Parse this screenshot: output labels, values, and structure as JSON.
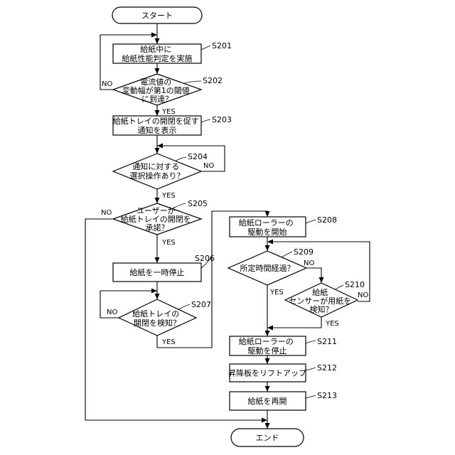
{
  "start": "スタート",
  "end": "エンド",
  "steps": {
    "s201": {
      "id": "S201",
      "lines": [
        "給紙中に",
        "給紙性能判定を実施"
      ]
    },
    "s202": {
      "id": "S202",
      "lines": [
        "電流値の",
        "変動幅が第1の閾値",
        "に到達？"
      ]
    },
    "s203": {
      "id": "S203",
      "lines": [
        "給紙トレイの開閉を促す",
        "通知を表示"
      ]
    },
    "s204": {
      "id": "S204",
      "lines": [
        "通知に対する",
        "選択操作あり？"
      ]
    },
    "s205": {
      "id": "S205",
      "lines": [
        "ユーザーが",
        "給紙トレイの開閉を",
        "承諾？"
      ]
    },
    "s206": {
      "id": "S206",
      "lines": [
        "給紙を一時停止"
      ]
    },
    "s207": {
      "id": "S207",
      "lines": [
        "給紙トレイの",
        "開閉を検知？"
      ]
    },
    "s208": {
      "id": "S208",
      "lines": [
        "給紙ローラーの",
        "駆動を開始"
      ]
    },
    "s209": {
      "id": "S209",
      "lines": [
        "所定時間経過？"
      ]
    },
    "s210": {
      "id": "S210",
      "lines": [
        "給紙",
        "センサーが用紙を",
        "検知？"
      ]
    },
    "s211": {
      "id": "S211",
      "lines": [
        "給紙ローラーの",
        "駆動を停止"
      ]
    },
    "s212": {
      "id": "S212",
      "lines": [
        "昇降板をリフトアップ"
      ]
    },
    "s213": {
      "id": "S213",
      "lines": [
        "給紙を再開"
      ]
    }
  },
  "labels": {
    "yes": "YES",
    "no": "NO"
  }
}
